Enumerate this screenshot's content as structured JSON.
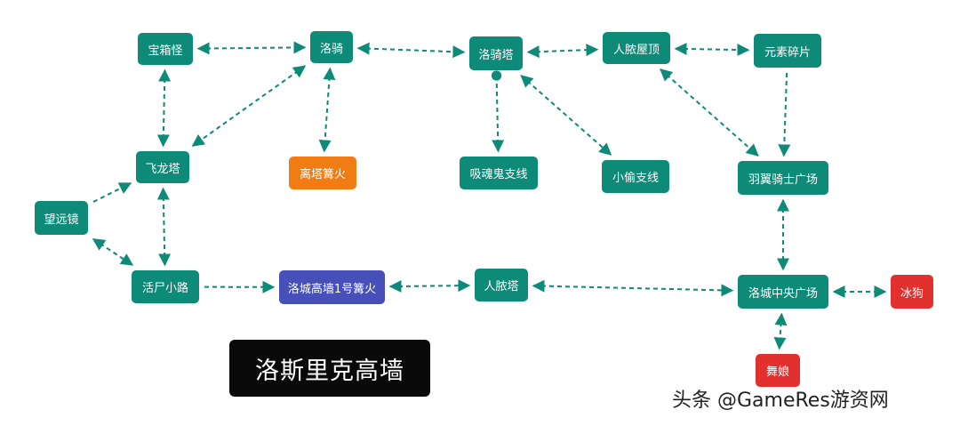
{
  "colors": {
    "teal": "#0e8a78",
    "orange": "#f07c13",
    "indigo": "#4650b8",
    "red": "#e2302f",
    "edge": "#0e8a78"
  },
  "nodes": [
    {
      "id": "baoxiangguai",
      "label": "宝箱怪",
      "color": "teal"
    },
    {
      "id": "luoqi",
      "label": "洛骑",
      "color": "teal"
    },
    {
      "id": "luoqita",
      "label": "洛骑塔",
      "color": "teal"
    },
    {
      "id": "renlianwuding",
      "label": "人脓屋顶",
      "color": "teal"
    },
    {
      "id": "yuansusuipian",
      "label": "元素碎片",
      "color": "teal"
    },
    {
      "id": "feilongta",
      "label": "飞龙塔",
      "color": "teal"
    },
    {
      "id": "litagouhuo",
      "label": "离塔篝火",
      "color": "orange"
    },
    {
      "id": "xihunguizhixian",
      "label": "吸魂鬼支线",
      "color": "teal"
    },
    {
      "id": "xiaotouzhixian",
      "label": "小偷支线",
      "color": "teal"
    },
    {
      "id": "yuyiqishiguangchang",
      "label": "羽翼骑士广场",
      "color": "teal"
    },
    {
      "id": "wangyuanjing",
      "label": "望远镜",
      "color": "teal"
    },
    {
      "id": "huoshixiaolu",
      "label": "活尸小路",
      "color": "teal"
    },
    {
      "id": "luochenggaoqianggouhuo",
      "label": "洛城高墙1号篝火",
      "color": "indigo"
    },
    {
      "id": "renlianta",
      "label": "人脓塔",
      "color": "teal"
    },
    {
      "id": "luochengzhongyangguangchang",
      "label": "洛城中央广场",
      "color": "teal"
    },
    {
      "id": "binggou",
      "label": "冰狗",
      "color": "red"
    },
    {
      "id": "wuniang",
      "label": "舞娘",
      "color": "red"
    }
  ],
  "edges": [
    {
      "from": "baoxiangguai",
      "to": "luoqi",
      "arrows": "both"
    },
    {
      "from": "luoqi",
      "to": "luoqita",
      "arrows": "both"
    },
    {
      "from": "luoqita",
      "to": "renlianwuding",
      "arrows": "both"
    },
    {
      "from": "renlianwuding",
      "to": "yuansusuipian",
      "arrows": "both"
    },
    {
      "from": "baoxiangguai",
      "to": "feilongta",
      "arrows": "both"
    },
    {
      "from": "luoqi",
      "to": "feilongta",
      "arrows": "both"
    },
    {
      "from": "luoqi",
      "to": "litagouhuo",
      "arrows": "both"
    },
    {
      "from": "luoqita",
      "to": "xihunguizhixian",
      "arrows": "end-dot"
    },
    {
      "from": "luoqita",
      "to": "xiaotouzhixian",
      "arrows": "both"
    },
    {
      "from": "renlianwuding",
      "to": "yuyiqishiguangchang",
      "arrows": "both"
    },
    {
      "from": "yuansusuipian",
      "to": "yuyiqishiguangchang",
      "arrows": "end"
    },
    {
      "from": "wangyuanjing",
      "to": "feilongta",
      "arrows": "end"
    },
    {
      "from": "feilongta",
      "to": "huoshixiaolu",
      "arrows": "both"
    },
    {
      "from": "wangyuanjing",
      "to": "huoshixiaolu",
      "arrows": "both"
    },
    {
      "from": "huoshixiaolu",
      "to": "luochenggaoqianggouhuo",
      "arrows": "end"
    },
    {
      "from": "luochenggaoqianggouhuo",
      "to": "renlianta",
      "arrows": "both"
    },
    {
      "from": "renlianta",
      "to": "luochengzhongyangguangchang",
      "arrows": "both"
    },
    {
      "from": "yuyiqishiguangchang",
      "to": "luochengzhongyangguangchang",
      "arrows": "both"
    },
    {
      "from": "luochengzhongyangguangchang",
      "to": "binggou",
      "arrows": "both"
    },
    {
      "from": "luochengzhongyangguangchang",
      "to": "wuniang",
      "arrows": "both"
    }
  ],
  "title": "洛斯里克高墙",
  "watermark": "头条 @GameRes游资网"
}
